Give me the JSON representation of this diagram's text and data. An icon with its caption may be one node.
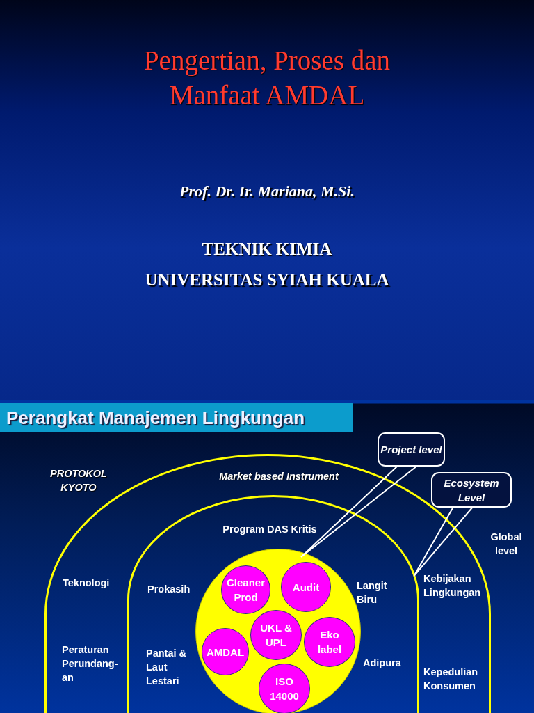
{
  "diagram": {
    "title": "Pengertian, Proses dan Manfaat AMDAL",
    "nodes": [
      {
        "text": [
          "Market based Instrument",
          "Teknologi",
          "Peraturan Perundang-an",
          "Kebijakan Lingkungan",
          "Kepedulian Konsumen"
        ]
      },
      {
        "text": [
          "Program DAS Kritis",
          "Prokasih",
          "Pantai & Laut Lestari",
          "Langit Biru",
          "Adipura"
        ],
        "in": 0
      },
      {
        "text": [],
        "shape": "circle",
        "in": 1
      },
      {
        "text": [
          "Cleaner Prod"
        ],
        "in": 2
      },
      {
        "text": [
          "Audit"
        ],
        "in": 2
      },
      {
        "text": [
          "UKL & UPL"
        ],
        "in": 2
      },
      {
        "text": [
          "AMDAL"
        ],
        "in": 2
      },
      {
        "text": [
          "Eko label"
        ],
        "in": 2
      },
      {
        "text": [
          "ISO 14000"
        ],
        "in": 2
      },
      {
        "text": [
          "Project level"
        ]
      },
      {
        "text": [
          "Ecosystem Level"
        ]
      }
    ],
    "edges": [
      {
        "from": 9,
        "to": 4,
        "arrow": "none"
      },
      {
        "from": 10,
        "to": 1,
        "arrow": "none"
      }
    ],
    "labels": [
      "Prof. Dr. Ir. Mariana, M.Si.",
      "TEKNIK KIMIA",
      "UNIVERSITAS SYIAH KUALA",
      "Perangkat Manajemen Lingkungan",
      "PROTOKOL KYOTO",
      "Global level"
    ]
  }
}
